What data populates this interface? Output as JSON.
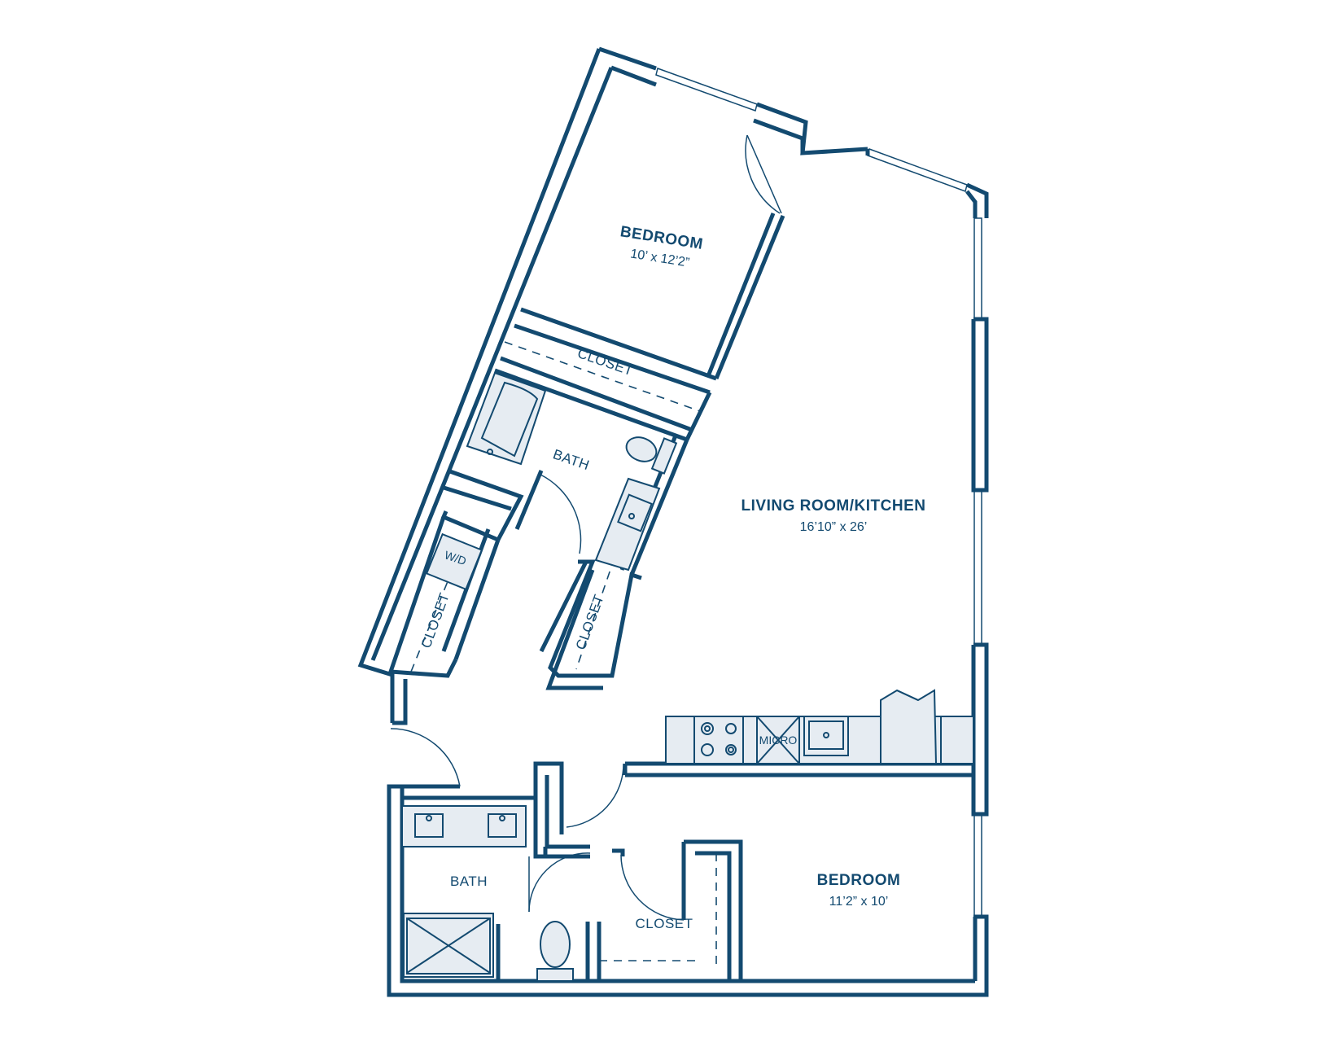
{
  "plan": {
    "colors": {
      "wall": "#134a70",
      "fixture_fill": "#e6ecf2",
      "background": "#ffffff"
    },
    "rooms": {
      "bedroom_top": {
        "name": "BEDROOM",
        "dims": "10’ x 12’2”"
      },
      "closet_top": {
        "name": "CLOSET"
      },
      "bath_top": {
        "name": "BATH"
      },
      "wd": {
        "name": "W/D"
      },
      "closet_left": {
        "name": "CLOSET"
      },
      "closet_mid": {
        "name": "CLOSET"
      },
      "living": {
        "name": "LIVING ROOM/KITCHEN",
        "dims": "16’10” x 26’"
      },
      "micro": {
        "name": "MICRO"
      },
      "bath_bottom": {
        "name": "BATH"
      },
      "closet_bottom": {
        "name": "CLOSET"
      },
      "bedroom_bottom": {
        "name": "BEDROOM",
        "dims": "11’2” x 10’"
      }
    }
  }
}
